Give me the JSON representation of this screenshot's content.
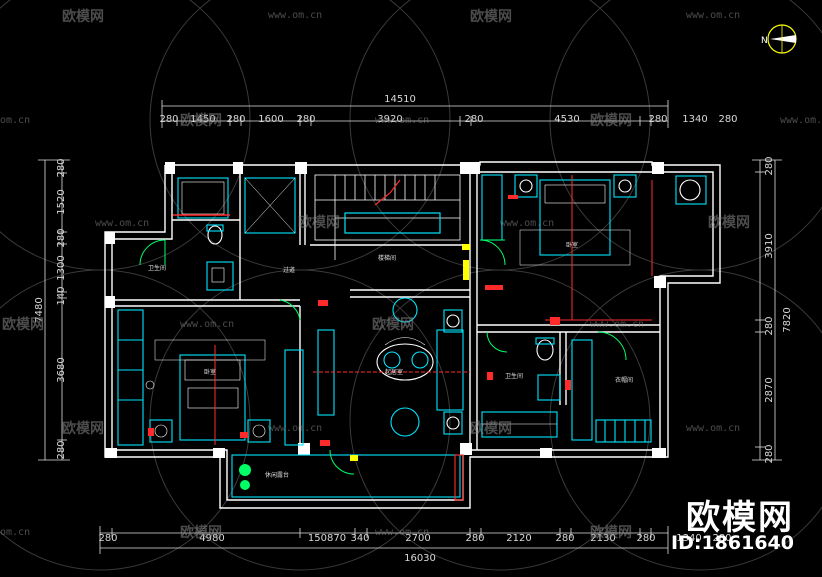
{
  "watermark": {
    "brand_cn": "欧模网",
    "url": "www.om.cn",
    "url_short": "om.cn",
    "id_label": "ID:1861640"
  },
  "compass": {
    "north_letter": "N"
  },
  "dimensions": {
    "top_overall": "14510",
    "top_segments": [
      "280",
      "1450",
      "280",
      "1600",
      "280",
      "3920",
      "280",
      "4530",
      "280",
      "1340",
      "280"
    ],
    "bottom_overall": "16030",
    "bottom_segments": [
      "280",
      "4980",
      "150870",
      "340",
      "2700",
      "280",
      "2120",
      "280",
      "2130",
      "280",
      "1340",
      "280"
    ],
    "left_segments": [
      "280",
      "1520",
      "280",
      "1300",
      "140",
      "3680",
      "280"
    ],
    "left_overall": "7480",
    "right_segments": [
      "280",
      "3910",
      "280",
      "2870",
      "280"
    ],
    "right_overall": "7820"
  },
  "rooms": {
    "bath_left": "卫生间",
    "corridor": "过道",
    "stairwell": "楼梯间",
    "bedroom_left": "卧室",
    "bedroom_right": "卧室",
    "living": "起居室",
    "bath_right": "卫生间",
    "closet": "衣帽间",
    "balcony": "休闲露台"
  },
  "colors": {
    "background": "#000000",
    "wall": "#ffffff",
    "furniture": "#00e5ff",
    "dimension": "#e8e8e8",
    "accent": "#ff2b2b",
    "highlight": "#ffff00",
    "door": "#00ff66"
  }
}
